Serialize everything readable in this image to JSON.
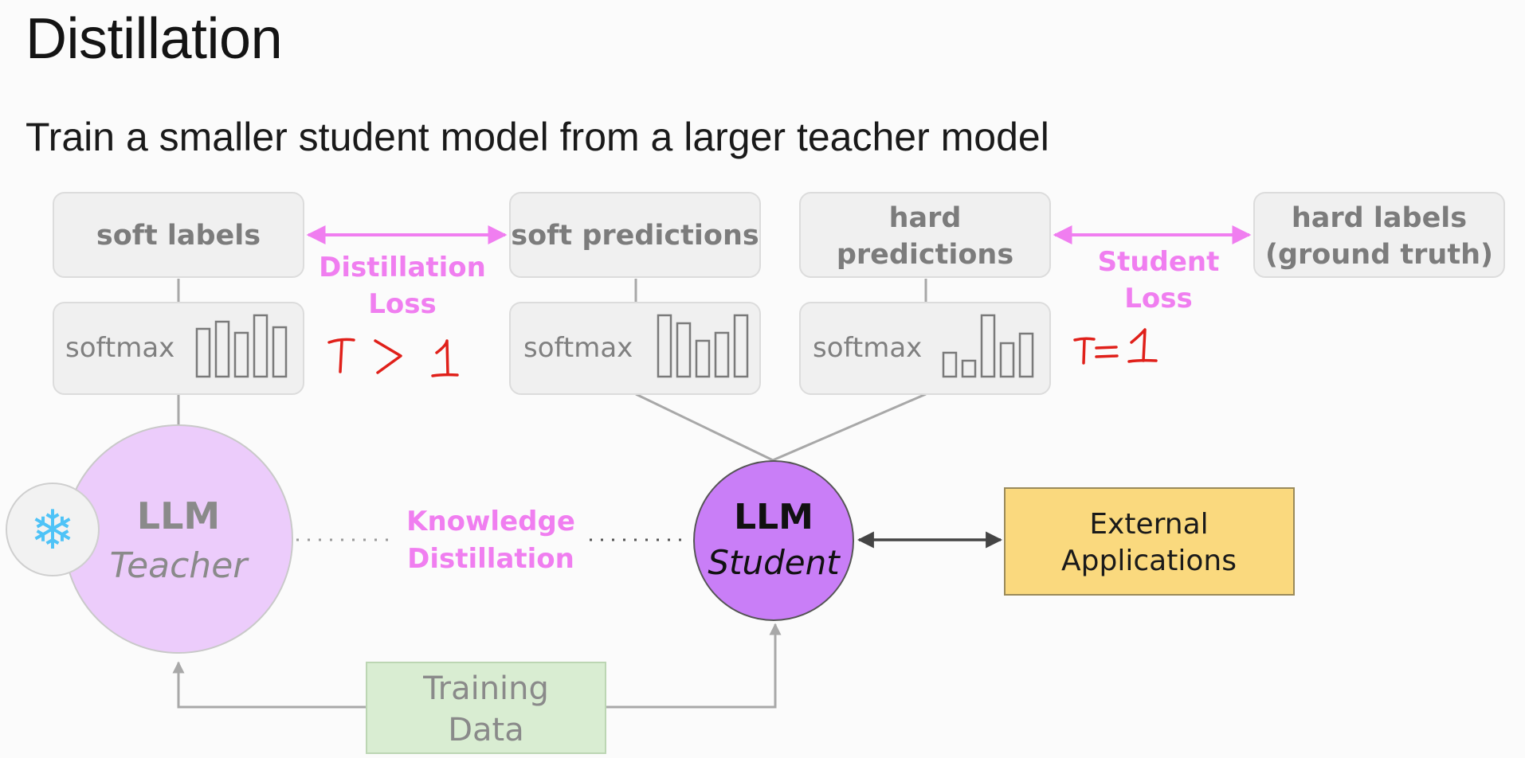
{
  "slide": {
    "title": "Distillation",
    "subtitle": "Train a smaller student model from a larger teacher model"
  },
  "top_boxes": {
    "soft_labels": "soft labels",
    "soft_predictions": "soft predictions",
    "hard_predictions_line1": "hard",
    "hard_predictions_line2": "predictions",
    "hard_labels_line1": "hard labels",
    "hard_labels_line2": "(ground truth)"
  },
  "softmax": {
    "teacher": "softmax",
    "student_soft": "softmax",
    "student_hard": "softmax"
  },
  "losses": {
    "distillation_line1": "Distillation",
    "distillation_line2": "Loss",
    "student_line1": "Student",
    "student_line2": "Loss"
  },
  "models": {
    "teacher_line1": "LLM",
    "teacher_line2": "Teacher",
    "student_line1": "LLM",
    "student_line2": "Student",
    "knowledge_line1": "Knowledge",
    "knowledge_line2": "Distillation",
    "frozen_icon": "snowflake-icon"
  },
  "external": {
    "line1": "External",
    "line2": "Applications"
  },
  "training_data": {
    "line1": "Training",
    "line2": "Data"
  },
  "colors": {
    "pink": "#f07ef0",
    "teacher_fill": "#ecccfb",
    "student_fill": "#c97ef7",
    "external_fill": "#fad97e",
    "training_fill": "#d9edd2",
    "handwriting": "#e0201a",
    "snowflake": "#4fc3f7"
  }
}
